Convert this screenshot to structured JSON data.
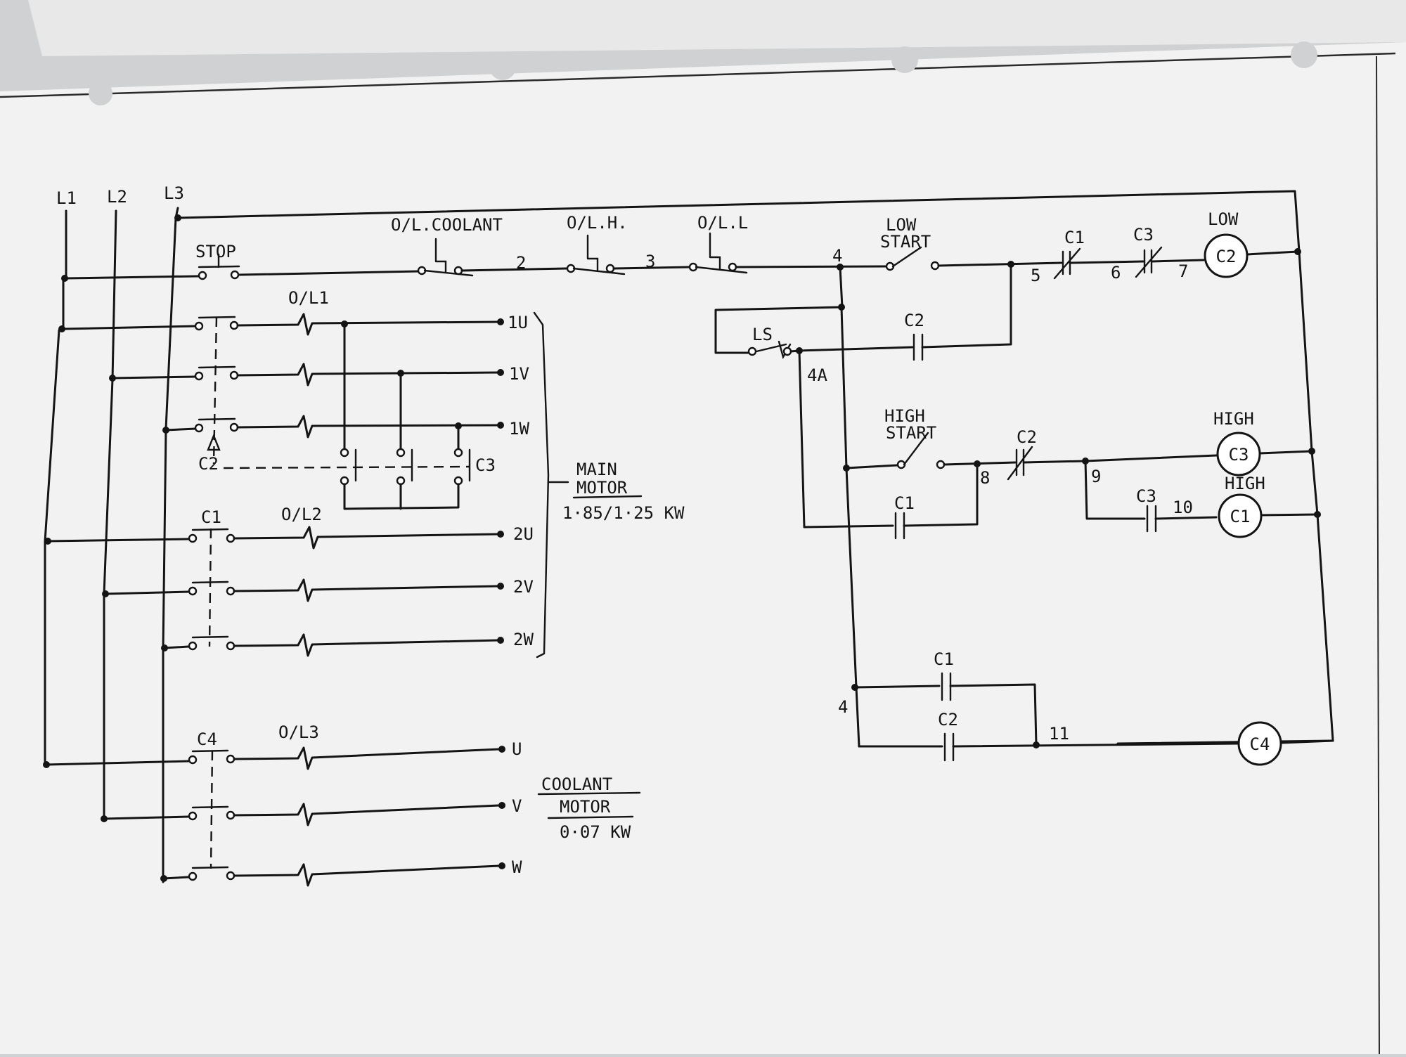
{
  "lines": [
    "L1",
    "L2",
    "L3"
  ],
  "labels": {
    "stop": "STOP",
    "ol_coolant": "O/L.COOLANT",
    "ol_lh": "O/L.H.",
    "ol_ll": "O/L.L",
    "node_2": "2",
    "node_3": "3",
    "node_4_top": "4",
    "low_start_1": "LOW",
    "low_start_2": "START",
    "node_5": "5",
    "c1_nc": "C1",
    "node_6": "6",
    "c3_nc": "C3",
    "node_7": "7",
    "low_coil_title": "LOW",
    "low_coil": "C2",
    "c2_hold": "C2",
    "ls": "LS",
    "node_4a": "4A",
    "high_start_1": "HIGH",
    "high_start_2": "START",
    "c2_nc": "C2",
    "node_8": "8",
    "node_9": "9",
    "high_coil_title_1": "HIGH",
    "high_coil_1": "C3",
    "c3_no": "C3",
    "node_10": "10",
    "high_coil_title_2": "HIGH",
    "high_coil_2": "C1",
    "c1_hold": "C1",
    "c1_bottom": "C1",
    "c2_bottom": "C2",
    "node_4_bottom": "4",
    "node_11": "11",
    "coolant_coil": "C4",
    "ol1": "O/L1",
    "ol2": "O/L2",
    "ol3": "O/L3",
    "c2_contactor": "C2",
    "c3_contactor": "C3",
    "c1_contactor": "C1",
    "c4_contactor": "C4",
    "t_1u": "1U",
    "t_1v": "1V",
    "t_1w": "1W",
    "t_2u": "2U",
    "t_2v": "2V",
    "t_2w": "2W",
    "t_u": "U",
    "t_v": "V",
    "t_w": "W",
    "main_motor_1": "MAIN",
    "main_motor_2": "MOTOR",
    "main_motor_rating": "1·85/1·25 KW",
    "coolant_motor_1": "COOLANT",
    "coolant_motor_2": "MOTOR",
    "coolant_motor_rating": "0·07 KW"
  }
}
